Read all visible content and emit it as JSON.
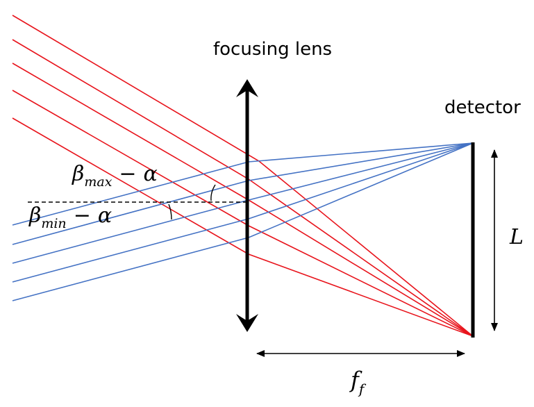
{
  "labels": {
    "lens": "focusing lens",
    "detector": "detector",
    "beta_max_base": "β",
    "beta_max_sub": "max",
    "beta_max_op": "−",
    "beta_max_tail": "α",
    "beta_min_base": "β",
    "beta_min_sub": "min",
    "beta_min_op": "−",
    "beta_min_tail": "α",
    "L": "L",
    "ff_base": "f",
    "ff_sub": "f"
  },
  "colors": {
    "red_rays": "#e8141c",
    "blue_rays": "#4472c4",
    "lens": "#000000",
    "detector": "#000000"
  }
}
